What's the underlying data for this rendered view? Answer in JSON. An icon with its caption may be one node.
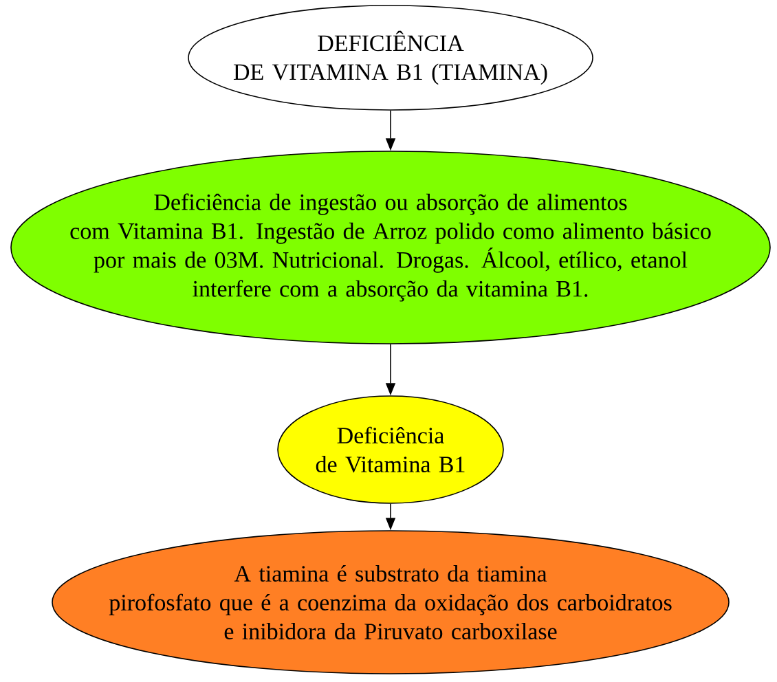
{
  "diagram": {
    "nodes": [
      {
        "text": [
          "DEFICIÊNCIA DE VITAMINA B1 (TIAMINA)"
        ]
      },
      {
        "text": [
          "Deficiência de ingestão ou absorção de alimentos com Vitamina B1. Ingestão de Arroz polido como alimento básico por mais de 03M. Nutricional. Drogas. Álcool, etílico, etanol interfere com a absorção da vitamina B1."
        ]
      },
      {
        "text": [
          "Deficiência de Vitamina B1"
        ]
      },
      {
        "text": [
          "A tiamina é substrato da tiamina pirofosfato que é a coenzima da oxidação dos carboidratos e inibidora da Piruvato carboxilase"
        ]
      }
    ],
    "edges": [
      {
        "from": 0,
        "to": 1,
        "arrow": "to"
      },
      {
        "from": 1,
        "to": 2,
        "arrow": "to"
      },
      {
        "from": 2,
        "to": 3,
        "arrow": "to"
      }
    ]
  }
}
